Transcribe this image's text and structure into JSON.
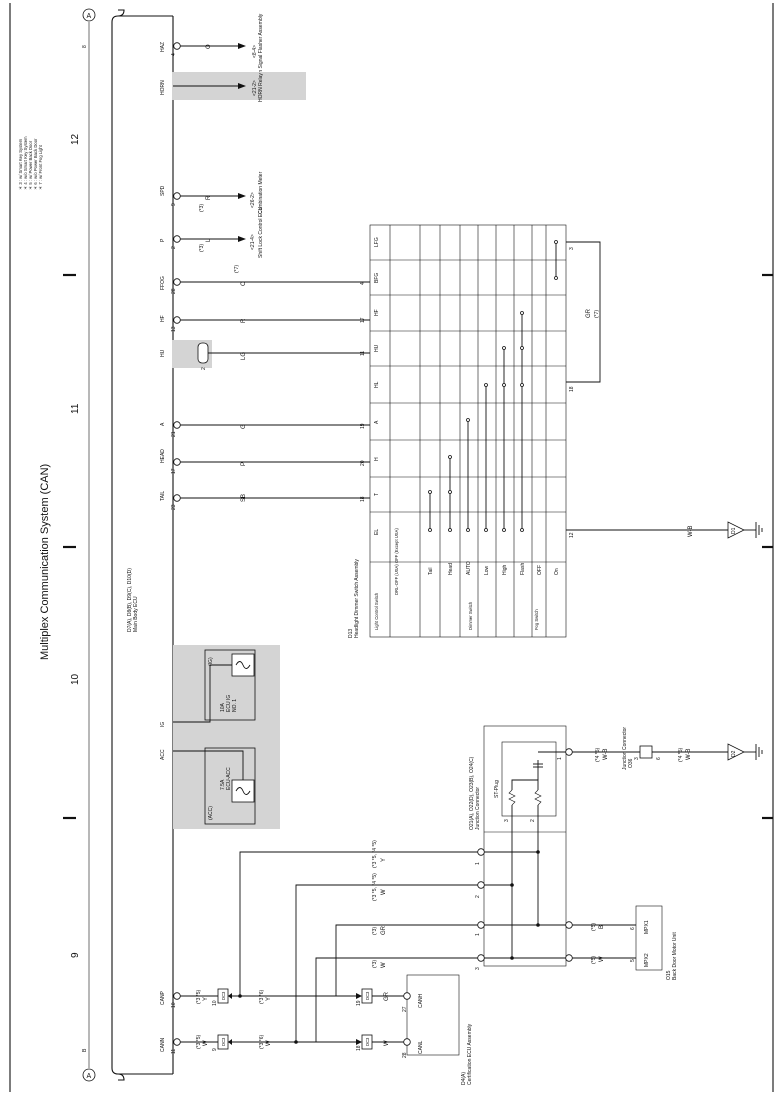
{
  "page": {
    "title": "Multiplex Communication System (CAN)",
    "column_numbers": [
      "9",
      "10",
      "11",
      "12"
    ],
    "row_letters": [
      "B",
      "8"
    ],
    "ref_marker": "A"
  },
  "notes": [
    "＊ 3 : w/ Smart Key System",
    "＊ 4 : w/o Smart Key System",
    "＊ 5 : w/ Power Back Door",
    "＊ 6 : w/o Power Back Door",
    "＊ 7 : w/ Front Fog Light"
  ],
  "main_body_ecu": {
    "label": "Main Body ECU",
    "connectors": "D7(A), D8(B), D9(C), D10(D)",
    "pins": [
      {
        "name": "HAZ",
        "pin": "4",
        "conn": "C"
      },
      {
        "name": "HORN",
        "pin": "25",
        "conn": ""
      },
      {
        "name": "SPD",
        "pin": "9",
        "conn": "C"
      },
      {
        "name": "P",
        "pin": "2",
        "conn": "C"
      },
      {
        "name": "FFOG",
        "pin": "28",
        "conn": "A"
      },
      {
        "name": "HF",
        "pin": "13",
        "conn": "B"
      },
      {
        "name": "HU",
        "pin": "13",
        "conn": ""
      },
      {
        "name": "A",
        "pin": "21",
        "conn": "B"
      },
      {
        "name": "HEAD",
        "pin": "17",
        "conn": "A"
      },
      {
        "name": "TAIL",
        "pin": "23",
        "conn": "B"
      },
      {
        "name": "IG",
        "pin": "15",
        "conn": ""
      },
      {
        "name": "ACC",
        "pin": "22",
        "conn": ""
      },
      {
        "name": "CANP",
        "pin": "10",
        "conn": "C"
      },
      {
        "name": "CANN",
        "pin": "11",
        "conn": "C"
      }
    ]
  },
  "external_refs": [
    {
      "name": "Turn Signal Flasher Assembly",
      "ref": "<8-4>",
      "wire": "O",
      "note": ""
    },
    {
      "name": "HORN Relay",
      "ref": "<21-2>",
      "wire": "",
      "note": ""
    },
    {
      "name": "Combination Meter",
      "ref": "<26-2>",
      "wire": "R",
      "note": "(*3)"
    },
    {
      "name": "Shift Lock Control ECU",
      "ref": "<21-4>",
      "wire": "L",
      "note": "(*3)"
    }
  ],
  "wires": {
    "ffog": {
      "color": "O",
      "note": "(*7)",
      "pin": "4"
    },
    "hf": {
      "color": "R",
      "pin": "17"
    },
    "hu": {
      "color": "LG",
      "pin": "11",
      "conn_pin": "2",
      "conn_name": "DC5"
    },
    "a": {
      "color": "G",
      "pin": "19"
    },
    "head": {
      "color": "P",
      "pin": "20"
    },
    "tail": {
      "color": "SB",
      "pin": "18"
    },
    "gr_fog": {
      "color": "GR",
      "note": "(*7)",
      "pin_a": "3",
      "pin_b": "18"
    },
    "ground_d1": {
      "color": "W-B",
      "pin": "12",
      "ground": "D1"
    },
    "ground_d2": {
      "color": "W-B",
      "note": "(*4 *5)",
      "ground": "D2"
    }
  },
  "fuses": [
    {
      "rating": "10A",
      "name": "ECU IG",
      "num": "NO. 1",
      "source": "(IG)"
    },
    {
      "rating": "7.5A",
      "name": "ECU-ACC",
      "source": "(ACC)"
    }
  ],
  "dimmer_switch": {
    "id": "D13",
    "title": "Headlight Dimmer Switch Assembly",
    "columns": [
      "EL",
      "T",
      "H",
      "A",
      "HL",
      "HU",
      "HF",
      "BFG",
      "LFG"
    ],
    "groups": [
      {
        "name": "Light Control Switch",
        "positions": [
          "DRL-OFF (USA) OFF (Except USA)",
          "Tail",
          "Head",
          "AUTO"
        ]
      },
      {
        "name": "Dimmer Switch",
        "positions": [
          "Low",
          "High",
          "Flash"
        ]
      },
      {
        "name": "Fog Switch",
        "positions": [
          "OFF",
          "On"
        ]
      }
    ]
  },
  "junction_connector": {
    "id": "O21(A), O22(D), O23(B), O24(C)",
    "name": "Junction Connector",
    "st_plug": "ST-Plug",
    "pins": [
      "1",
      "2",
      "3",
      "2",
      "1",
      "1",
      "3"
    ]
  },
  "junction_o36": {
    "name": "Junction Connector",
    "id": "O36",
    "pins": [
      "3",
      "6"
    ]
  },
  "can_lines": [
    {
      "color": "Y",
      "note": "(*3 *5, *4 *5)"
    },
    {
      "color": "W",
      "note": "(*3 *5, *4 *5)"
    },
    {
      "color": "GR",
      "note": "(*3)"
    },
    {
      "color": "W",
      "note": "(*3)"
    }
  ],
  "back_door_unit": {
    "id": "O15",
    "name": "Back Door Motor Unit",
    "pins": [
      {
        "name": "MPX1",
        "pin": "6",
        "wire": "B",
        "note": "(*5)"
      },
      {
        "name": "MPX2",
        "pin": "5",
        "wire": "W",
        "note": "(*5)"
      }
    ]
  },
  "cert_ecu": {
    "id": "D4(A)",
    "name": "Certification ECU Assembly",
    "pins": [
      {
        "name": "CANH",
        "pin": "27",
        "conn": "A"
      },
      {
        "name": "CANL",
        "pin": "28",
        "conn": "A"
      }
    ]
  },
  "connectors_dc3": {
    "label": "DC3",
    "canp_side": {
      "pin": "10",
      "wire": "Y",
      "note": "(*3 *5)"
    },
    "cann_side": {
      "pin": "9",
      "wire": "W",
      "note": "(*3 *5)"
    },
    "cert_canh": {
      "pin": "19",
      "wire": "GR",
      "note": "(*3 *6)"
    },
    "cert_canl": {
      "pin": "18",
      "wire": "W",
      "note": "(*3 *6)"
    }
  }
}
